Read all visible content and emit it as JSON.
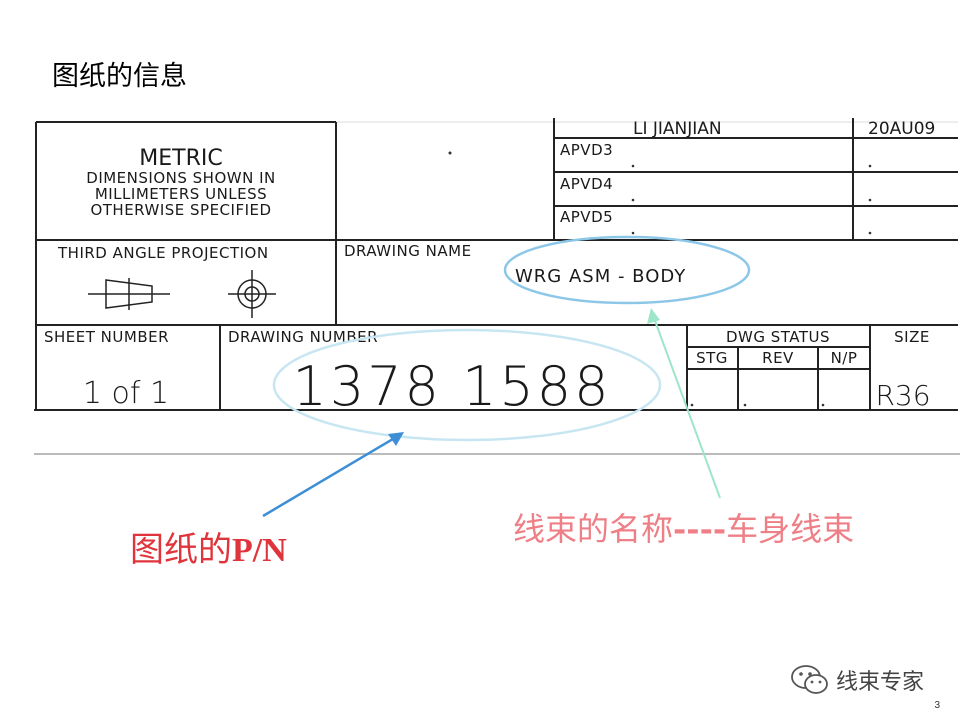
{
  "slide": {
    "title": "图纸的信息",
    "page_number": "3"
  },
  "drawing": {
    "metric_title": "METRIC",
    "metric_lines": [
      "DIMENSIONS SHOWN IN",
      "MILLIMETERS UNLESS",
      "OTHERWISE SPECIFIED"
    ],
    "approver_name": "LI JIANJIAN",
    "approver_date": "20AU09",
    "approvals": [
      "APVD3",
      "APVD4",
      "APVD5"
    ],
    "projection_label": "THIRD ANGLE PROJECTION",
    "drawing_name_label": "DRAWING NAME",
    "drawing_name": "WRG ASM - BODY",
    "sheet_number_label": "SHEET NUMBER",
    "sheet_number": "1 of 1",
    "drawing_number_label": "DRAWING NUMBER",
    "drawing_number": "1378 1588",
    "dwg_status_label": "DWG STATUS",
    "status_cols": [
      "STG",
      "REV",
      "N/P"
    ],
    "size_label": "SIZE",
    "size_value": "R36"
  },
  "annotations": {
    "pn_prefix": "图纸的",
    "pn_suffix": "P/N",
    "name_prefix": "线束的名称",
    "name_dashes": "----",
    "name_suffix": "车身线束"
  },
  "watermark": {
    "text": "线束专家"
  },
  "colors": {
    "red": "#e0343c",
    "pink": "#ef7f87",
    "ellipse": "#8cc7e8",
    "blue_arrow": "#3d8ed6",
    "green_arrow": "#9de6c8"
  }
}
